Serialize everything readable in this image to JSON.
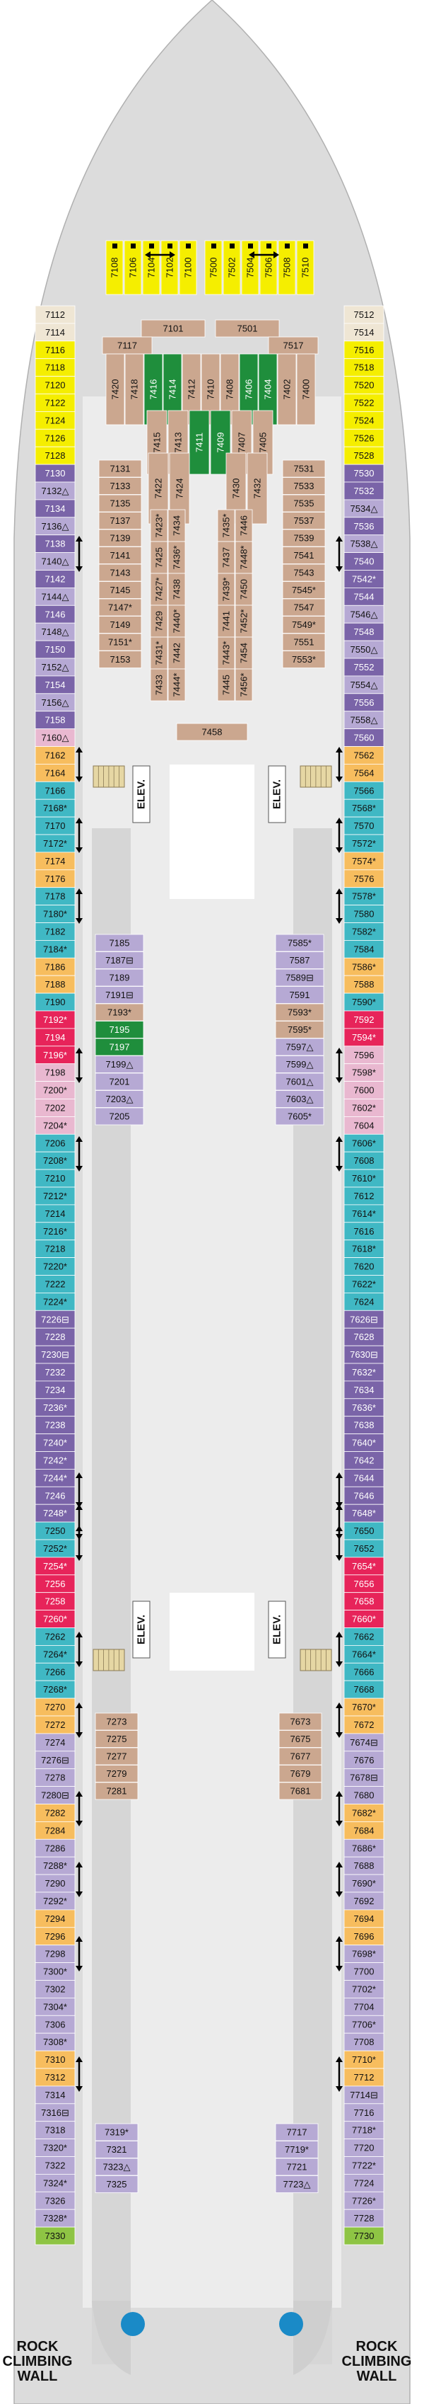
{
  "colors": {
    "hull": "#dcdcdc",
    "corridor": "#ececec",
    "yellow": "#f5ee00",
    "orange": "#f7bd5e",
    "purple": "#7a64a8",
    "lavender": "#b6a9d4",
    "teal": "#40b8c4",
    "pink": "#e9b8d0",
    "red": "#e7245a",
    "green": "#1f8e3c",
    "lime": "#8ec444",
    "tan": "#cba78f",
    "pale": "#efe6d4",
    "marker_blue": "#1a8ac7"
  },
  "labels": {
    "elevator": "ELEV.",
    "rock_wall": [
      "ROCK",
      "CLIMBING",
      "WALL"
    ]
  },
  "cabins": {
    "left_outer": [
      [
        "7112",
        "pale"
      ],
      [
        "7114",
        "pale"
      ],
      [
        "7116",
        "yellow"
      ],
      [
        "7118",
        "yellow"
      ],
      [
        "7120",
        "yellow"
      ],
      [
        "7122",
        "yellow"
      ],
      [
        "7124",
        "yellow"
      ],
      [
        "7126",
        "yellow"
      ],
      [
        "7128",
        "yellow"
      ],
      [
        "7130",
        "purple"
      ],
      [
        "7132△",
        "lavender"
      ],
      [
        "7134",
        "purple"
      ],
      [
        "7136△",
        "lavender"
      ],
      [
        "7138",
        "purple"
      ],
      [
        "7140△",
        "lavender"
      ],
      [
        "7142",
        "purple"
      ],
      [
        "7144△",
        "lavender"
      ],
      [
        "7146",
        "purple"
      ],
      [
        "7148△",
        "lavender"
      ],
      [
        "7150",
        "purple"
      ],
      [
        "7152△",
        "lavender"
      ],
      [
        "7154",
        "purple"
      ],
      [
        "7156△",
        "lavender"
      ],
      [
        "7158",
        "purple"
      ],
      [
        "7160△",
        "pink"
      ],
      [
        "7162",
        "orange"
      ],
      [
        "7164",
        "orange"
      ],
      [
        "7166",
        "teal"
      ],
      [
        "7168*",
        "teal"
      ],
      [
        "7170",
        "teal"
      ],
      [
        "7172*",
        "teal"
      ],
      [
        "7174",
        "orange"
      ],
      [
        "7176",
        "orange"
      ],
      [
        "7178",
        "teal"
      ],
      [
        "7180*",
        "teal"
      ],
      [
        "7182",
        "teal"
      ],
      [
        "7184*",
        "teal"
      ],
      [
        "7186",
        "orange"
      ],
      [
        "7188",
        "orange"
      ],
      [
        "7190",
        "teal"
      ],
      [
        "7192*",
        "red"
      ],
      [
        "7194",
        "red"
      ],
      [
        "7196*",
        "red"
      ],
      [
        "7198",
        "pink"
      ],
      [
        "7200*",
        "pink"
      ],
      [
        "7202",
        "pink"
      ],
      [
        "7204*",
        "pink"
      ],
      [
        "7206",
        "teal"
      ],
      [
        "7208*",
        "teal"
      ],
      [
        "7210",
        "teal"
      ],
      [
        "7212*",
        "teal"
      ],
      [
        "7214",
        "teal"
      ],
      [
        "7216*",
        "teal"
      ],
      [
        "7218",
        "teal"
      ],
      [
        "7220*",
        "teal"
      ],
      [
        "7222",
        "teal"
      ],
      [
        "7224*",
        "teal"
      ],
      [
        "7226⊟",
        "purple"
      ],
      [
        "7228",
        "purple"
      ],
      [
        "7230⊟",
        "purple"
      ],
      [
        "7232",
        "purple"
      ],
      [
        "7234",
        "purple"
      ],
      [
        "7236*",
        "purple"
      ],
      [
        "7238",
        "purple"
      ],
      [
        "7240*",
        "purple"
      ],
      [
        "7242*",
        "purple"
      ],
      [
        "7244*",
        "purple"
      ],
      [
        "7246",
        "purple"
      ],
      [
        "7248*",
        "purple"
      ],
      [
        "7250",
        "teal"
      ],
      [
        "7252*",
        "teal"
      ],
      [
        "7254*",
        "red"
      ],
      [
        "7256",
        "red"
      ],
      [
        "7258",
        "red"
      ],
      [
        "7260*",
        "red"
      ],
      [
        "7262",
        "teal"
      ],
      [
        "7264*",
        "teal"
      ],
      [
        "7266",
        "teal"
      ],
      [
        "7268*",
        "teal"
      ],
      [
        "7270",
        "orange"
      ],
      [
        "7272",
        "orange"
      ],
      [
        "7274",
        "lavender"
      ],
      [
        "7276⊟",
        "lavender"
      ],
      [
        "7278",
        "lavender"
      ],
      [
        "7280⊟",
        "lavender"
      ],
      [
        "7282",
        "orange"
      ],
      [
        "7284",
        "orange"
      ],
      [
        "7286",
        "lavender"
      ],
      [
        "7288*",
        "lavender"
      ],
      [
        "7290",
        "lavender"
      ],
      [
        "7292*",
        "lavender"
      ],
      [
        "7294",
        "orange"
      ],
      [
        "7296",
        "orange"
      ],
      [
        "7298",
        "lavender"
      ],
      [
        "7300*",
        "lavender"
      ],
      [
        "7302",
        "lavender"
      ],
      [
        "7304*",
        "lavender"
      ],
      [
        "7306",
        "lavender"
      ],
      [
        "7308*",
        "lavender"
      ],
      [
        "7310",
        "orange"
      ],
      [
        "7312",
        "orange"
      ],
      [
        "7314",
        "lavender"
      ],
      [
        "7316⊟",
        "lavender"
      ],
      [
        "7318",
        "lavender"
      ],
      [
        "7320*",
        "lavender"
      ],
      [
        "7322",
        "lavender"
      ],
      [
        "7324*",
        "lavender"
      ],
      [
        "7326",
        "lavender"
      ],
      [
        "7328*",
        "lavender"
      ],
      [
        "7330",
        "lime"
      ]
    ],
    "right_outer": [
      [
        "7512",
        "pale"
      ],
      [
        "7514",
        "pale"
      ],
      [
        "7516",
        "yellow"
      ],
      [
        "7518",
        "yellow"
      ],
      [
        "7520",
        "yellow"
      ],
      [
        "7522",
        "yellow"
      ],
      [
        "7524",
        "yellow"
      ],
      [
        "7526",
        "yellow"
      ],
      [
        "7528",
        "yellow"
      ],
      [
        "7530",
        "purple"
      ],
      [
        "7532",
        "purple"
      ],
      [
        "7534△",
        "lavender"
      ],
      [
        "7536",
        "purple"
      ],
      [
        "7538△",
        "lavender"
      ],
      [
        "7540",
        "purple"
      ],
      [
        "7542*",
        "purple"
      ],
      [
        "7544",
        "purple"
      ],
      [
        "7546△",
        "lavender"
      ],
      [
        "7548",
        "purple"
      ],
      [
        "7550△",
        "lavender"
      ],
      [
        "7552",
        "purple"
      ],
      [
        "7554△",
        "lavender"
      ],
      [
        "7556",
        "purple"
      ],
      [
        "7558△",
        "lavender"
      ],
      [
        "7560",
        "purple"
      ],
      [
        "7562",
        "orange"
      ],
      [
        "7564",
        "orange"
      ],
      [
        "7566",
        "teal"
      ],
      [
        "7568*",
        "teal"
      ],
      [
        "7570",
        "teal"
      ],
      [
        "7572*",
        "teal"
      ],
      [
        "7574*",
        "orange"
      ],
      [
        "7576",
        "orange"
      ],
      [
        "7578*",
        "teal"
      ],
      [
        "7580",
        "teal"
      ],
      [
        "7582*",
        "teal"
      ],
      [
        "7584",
        "teal"
      ],
      [
        "7586*",
        "orange"
      ],
      [
        "7588",
        "orange"
      ],
      [
        "7590*",
        "teal"
      ],
      [
        "7592",
        "red"
      ],
      [
        "7594*",
        "red"
      ],
      [
        "7596",
        "pink"
      ],
      [
        "7598*",
        "pink"
      ],
      [
        "7600",
        "pink"
      ],
      [
        "7602*",
        "pink"
      ],
      [
        "7604",
        "pink"
      ],
      [
        "7606*",
        "teal"
      ],
      [
        "7608",
        "teal"
      ],
      [
        "7610*",
        "teal"
      ],
      [
        "7612",
        "teal"
      ],
      [
        "7614*",
        "teal"
      ],
      [
        "7616",
        "teal"
      ],
      [
        "7618*",
        "teal"
      ],
      [
        "7620",
        "teal"
      ],
      [
        "7622*",
        "teal"
      ],
      [
        "7624",
        "teal"
      ],
      [
        "7626⊟",
        "purple"
      ],
      [
        "7628",
        "purple"
      ],
      [
        "7630⊟",
        "purple"
      ],
      [
        "7632*",
        "purple"
      ],
      [
        "7634",
        "purple"
      ],
      [
        "7636*",
        "purple"
      ],
      [
        "7638",
        "purple"
      ],
      [
        "7640*",
        "purple"
      ],
      [
        "7642",
        "purple"
      ],
      [
        "7644",
        "purple"
      ],
      [
        "7646",
        "purple"
      ],
      [
        "7648*",
        "purple"
      ],
      [
        "7650",
        "teal"
      ],
      [
        "7652",
        "teal"
      ],
      [
        "7654*",
        "red"
      ],
      [
        "7656",
        "red"
      ],
      [
        "7658",
        "red"
      ],
      [
        "7660*",
        "red"
      ],
      [
        "7662",
        "teal"
      ],
      [
        "7664*",
        "teal"
      ],
      [
        "7666",
        "teal"
      ],
      [
        "7668",
        "teal"
      ],
      [
        "7670*",
        "orange"
      ],
      [
        "7672",
        "orange"
      ],
      [
        "7674⊟",
        "lavender"
      ],
      [
        "7676",
        "lavender"
      ],
      [
        "7678⊟",
        "lavender"
      ],
      [
        "7680",
        "lavender"
      ],
      [
        "7682*",
        "orange"
      ],
      [
        "7684",
        "orange"
      ],
      [
        "7686*",
        "lavender"
      ],
      [
        "7688",
        "lavender"
      ],
      [
        "7690*",
        "lavender"
      ],
      [
        "7692",
        "lavender"
      ],
      [
        "7694",
        "orange"
      ],
      [
        "7696",
        "orange"
      ],
      [
        "7698*",
        "lavender"
      ],
      [
        "7700",
        "lavender"
      ],
      [
        "7702*",
        "lavender"
      ],
      [
        "7704",
        "lavender"
      ],
      [
        "7706*",
        "lavender"
      ],
      [
        "7708",
        "lavender"
      ],
      [
        "7710*",
        "orange"
      ],
      [
        "7712",
        "orange"
      ],
      [
        "7714⊟",
        "lavender"
      ],
      [
        "7716",
        "lavender"
      ],
      [
        "7718*",
        "lavender"
      ],
      [
        "7720",
        "lavender"
      ],
      [
        "7722*",
        "lavender"
      ],
      [
        "7724",
        "lavender"
      ],
      [
        "7726*",
        "lavender"
      ],
      [
        "7728",
        "lavender"
      ],
      [
        "7730",
        "lime"
      ]
    ],
    "bow_vertical": [
      [
        "7108",
        "yellow"
      ],
      [
        "7106",
        "yellow"
      ],
      [
        "7104",
        "yellow"
      ],
      [
        "7102",
        "yellow"
      ],
      [
        "7100",
        "yellow"
      ],
      [
        "7500",
        "yellow"
      ],
      [
        "7502",
        "yellow"
      ],
      [
        "7504",
        "yellow"
      ],
      [
        "7506",
        "yellow"
      ],
      [
        "7508",
        "yellow"
      ],
      [
        "7510",
        "yellow"
      ]
    ],
    "forward_block": [
      [
        "7101",
        "tan"
      ],
      [
        "7501",
        "tan"
      ],
      [
        "7117",
        "tan"
      ],
      [
        "7517",
        "tan"
      ],
      [
        "7420",
        "tan"
      ],
      [
        "7418",
        "tan"
      ],
      [
        "7416",
        "green"
      ],
      [
        "7414",
        "green"
      ],
      [
        "7412",
        "tan"
      ],
      [
        "7410",
        "tan"
      ],
      [
        "7408",
        "tan"
      ],
      [
        "7406",
        "green"
      ],
      [
        "7404",
        "green"
      ],
      [
        "7402",
        "tan"
      ],
      [
        "7400",
        "tan"
      ],
      [
        "7415",
        "tan"
      ],
      [
        "7413",
        "tan"
      ],
      [
        "7411",
        "green"
      ],
      [
        "7409",
        "green"
      ],
      [
        "7407",
        "tan"
      ],
      [
        "7405",
        "tan"
      ],
      [
        "7422",
        "tan"
      ],
      [
        "7424",
        "tan"
      ],
      [
        "7430",
        "tan"
      ],
      [
        "7432",
        "tan"
      ]
    ],
    "inner_left": [
      [
        "7131",
        "tan"
      ],
      [
        "7133",
        "tan"
      ],
      [
        "7135",
        "tan"
      ],
      [
        "7137",
        "tan"
      ],
      [
        "7139",
        "tan"
      ],
      [
        "7141",
        "tan"
      ],
      [
        "7143",
        "tan"
      ],
      [
        "7145",
        "tan"
      ],
      [
        "7147*",
        "tan"
      ],
      [
        "7149",
        "tan"
      ],
      [
        "7151*",
        "tan"
      ],
      [
        "7153",
        "tan"
      ]
    ],
    "inner_right": [
      [
        "7531",
        "tan"
      ],
      [
        "7533",
        "tan"
      ],
      [
        "7535",
        "tan"
      ],
      [
        "7537",
        "tan"
      ],
      [
        "7539",
        "tan"
      ],
      [
        "7541",
        "tan"
      ],
      [
        "7543",
        "tan"
      ],
      [
        "7545*",
        "tan"
      ],
      [
        "7547",
        "tan"
      ],
      [
        "7549*",
        "tan"
      ],
      [
        "7551",
        "tan"
      ],
      [
        "7553*",
        "tan"
      ]
    ],
    "center_columns": [
      [
        "7423*",
        "7425",
        "7427*",
        "7429",
        "7431*",
        "7433"
      ],
      [
        "7434",
        "7436*",
        "7438",
        "7440*",
        "7442",
        "7444*"
      ],
      [
        "7435*",
        "7437",
        "7439*",
        "7441",
        "7443*",
        "7445"
      ],
      [
        "7446",
        "7448*",
        "7450",
        "7452*",
        "7454",
        "7456*"
      ]
    ],
    "center_bottom": "7458",
    "mid_left": [
      [
        "7185",
        "lavender"
      ],
      [
        "7187⊟",
        "lavender"
      ],
      [
        "7189",
        "lavender"
      ],
      [
        "7191⊟",
        "lavender"
      ],
      [
        "7193*",
        "tan"
      ],
      [
        "7195",
        "green"
      ],
      [
        "7197",
        "green"
      ],
      [
        "7199△",
        "lavender"
      ],
      [
        "7201",
        "lavender"
      ],
      [
        "7203△",
        "lavender"
      ],
      [
        "7205",
        "lavender"
      ]
    ],
    "mid_right": [
      [
        "7585*",
        "lavender"
      ],
      [
        "7587",
        "lavender"
      ],
      [
        "7589⊟",
        "lavender"
      ],
      [
        "7591",
        "lavender"
      ],
      [
        "7593*",
        "tan"
      ],
      [
        "7595*",
        "tan"
      ],
      [
        "7597△",
        "lavender"
      ],
      [
        "7599△",
        "lavender"
      ],
      [
        "7601△",
        "lavender"
      ],
      [
        "7603△",
        "lavender"
      ],
      [
        "7605*",
        "lavender"
      ]
    ],
    "aft_left": [
      "7273",
      "7275",
      "7277",
      "7279",
      "7281"
    ],
    "aft_right": [
      "7673",
      "7675",
      "7677",
      "7679",
      "7681"
    ],
    "stern_left": [
      "7319*",
      "7321",
      "7323△",
      "7325"
    ],
    "stern_right": [
      "7717",
      "7719*",
      "7721",
      "7723△"
    ]
  }
}
